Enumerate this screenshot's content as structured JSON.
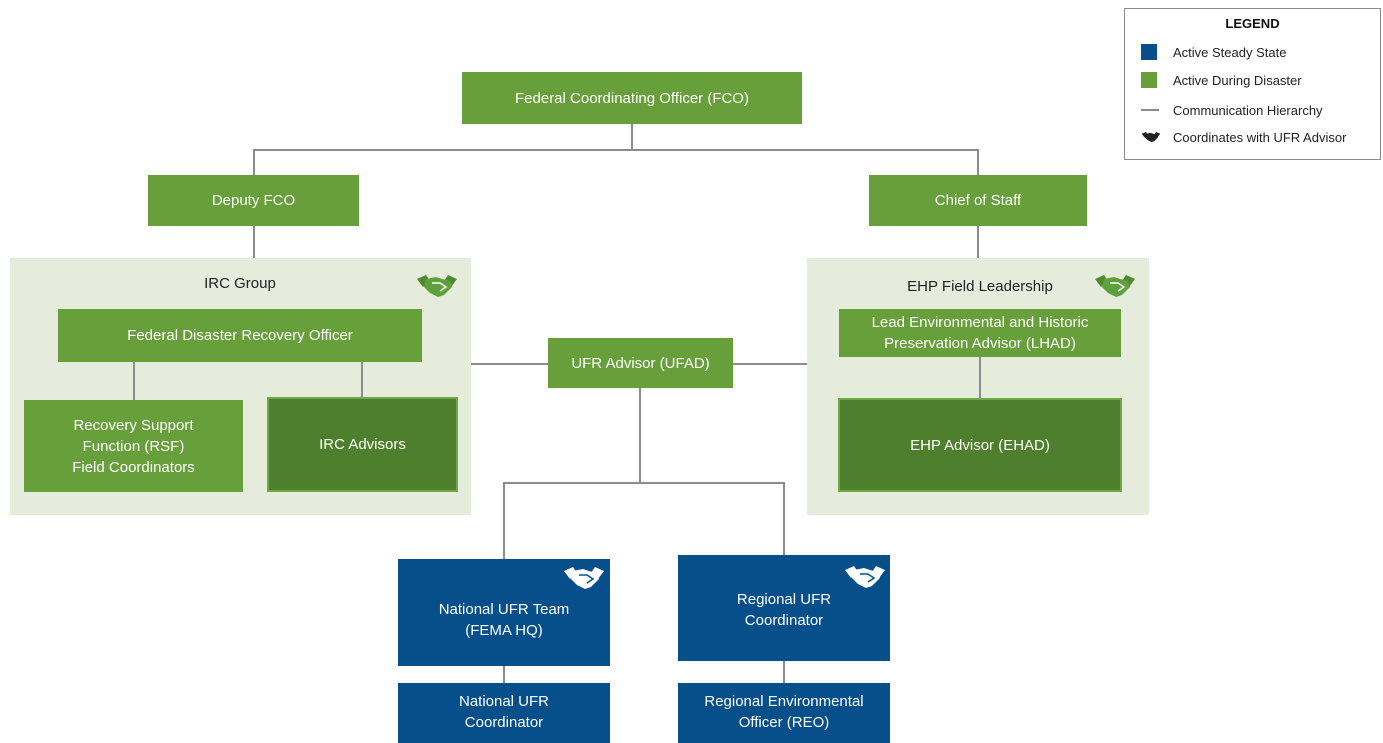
{
  "legend": {
    "title": "LEGEND",
    "items": [
      {
        "label": "Active Steady State",
        "color": "#064f8a"
      },
      {
        "label": "Active During Disaster",
        "color": "#67a03b"
      },
      {
        "label": "Communication Hierarchy"
      },
      {
        "label": "Coordinates with UFR Advisor"
      }
    ]
  },
  "nodes": {
    "fco": "Federal Coordinating Officer (FCO)",
    "deputy_fco": "Deputy FCO",
    "chief_of_staff": "Chief of Staff",
    "fdro": "Federal Disaster Recovery Officer",
    "rsf_line1": "Recovery Support",
    "rsf_line2": "Function (RSF)",
    "rsf_line3": "Field Coordinators",
    "irc_advisors": "IRC Advisors",
    "ufad": "UFR Advisor (UFAD)",
    "lhad_line1": "Lead Environmental and Historic",
    "lhad_line2": "Preservation Advisor (LHAD)",
    "ehad": "EHP Advisor (EHAD)",
    "nat_team_line1": "National UFR Team",
    "nat_team_line2": "(FEMA HQ)",
    "reg_coord_line1": "Regional UFR",
    "reg_coord_line2": "Coordinator",
    "nat_coord_line1": "National UFR",
    "nat_coord_line2": "Coordinator",
    "reo_line1": "Regional Environmental",
    "reo_line2": "Officer (REO)"
  },
  "groups": {
    "irc": "IRC Group",
    "ehp": "EHP Field Leadership"
  },
  "colors": {
    "active_steady_state": "#064f8a",
    "active_during_disaster": "#67a03b",
    "advisor_box": "#4d7f2c",
    "group_background": "#e5ecdc",
    "line": "#8c8c8c"
  }
}
